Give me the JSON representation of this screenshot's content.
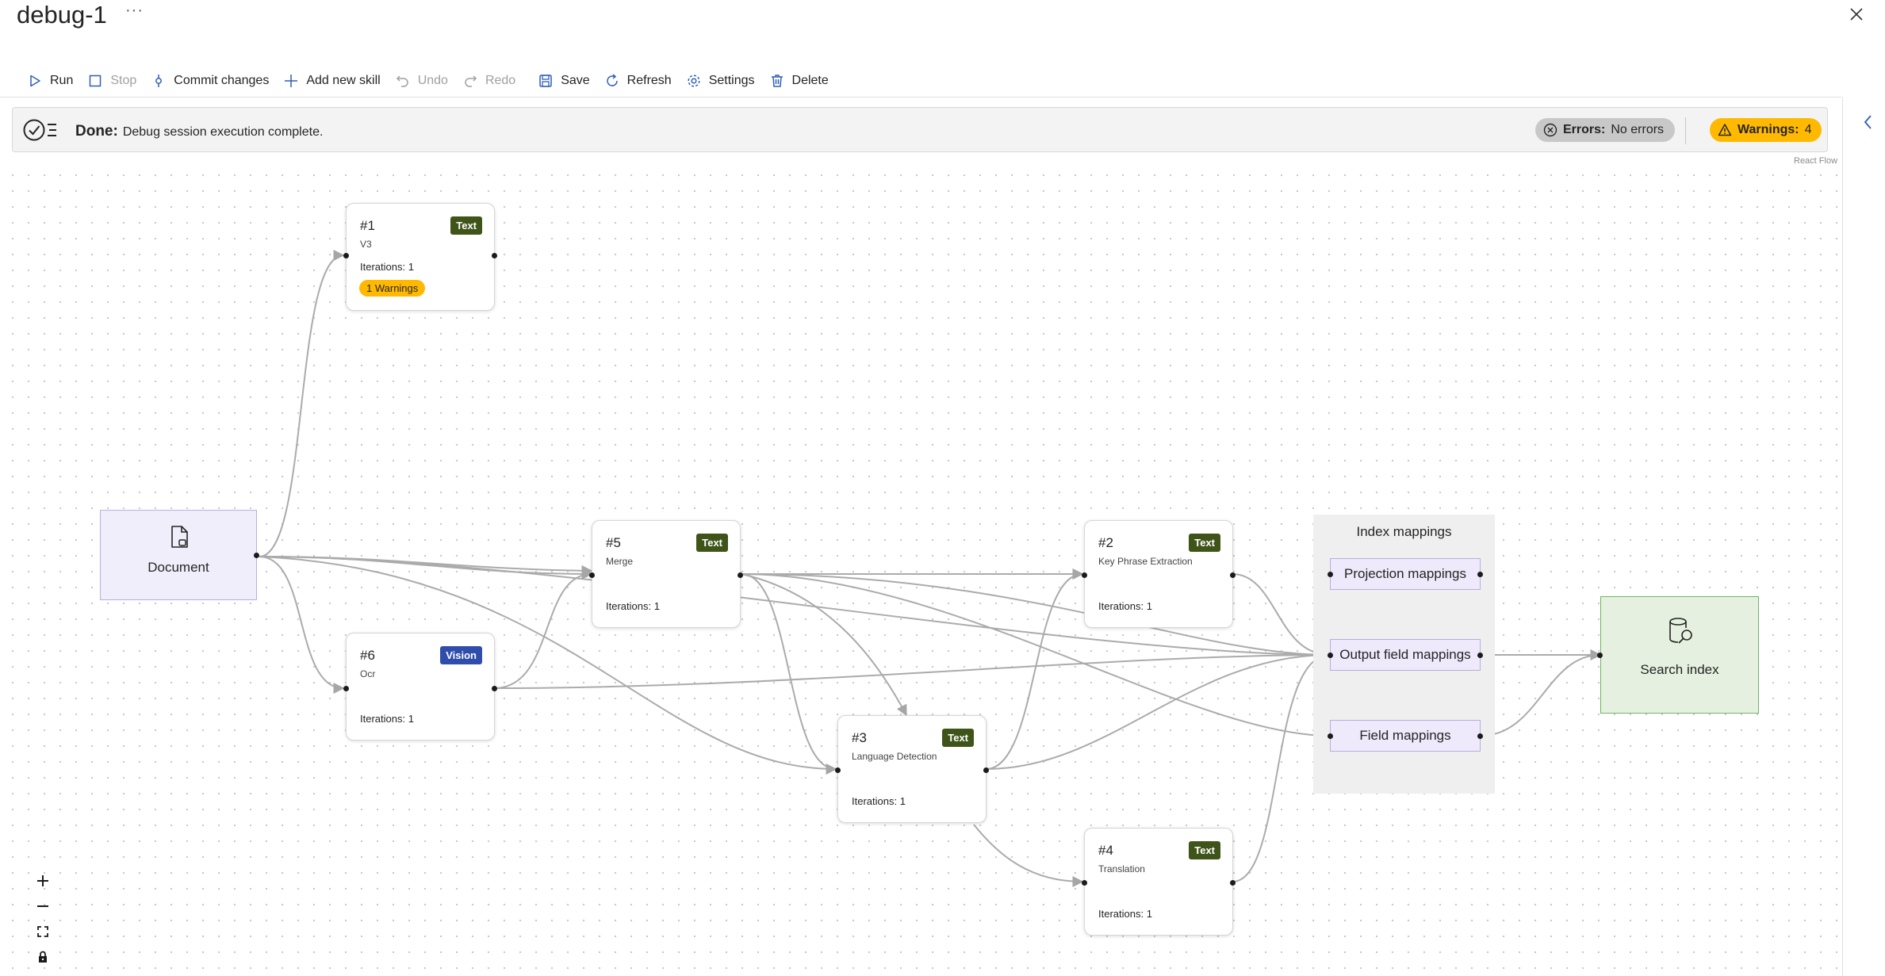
{
  "header": {
    "title": "debug-1",
    "more": "···"
  },
  "toolbar": {
    "run": "Run",
    "stop": "Stop",
    "commit": "Commit changes",
    "add_skill": "Add new skill",
    "undo": "Undo",
    "redo": "Redo",
    "save": "Save",
    "refresh": "Refresh",
    "settings": "Settings",
    "delete": "Delete"
  },
  "status": {
    "state": "Done:",
    "message": "Debug session execution complete.",
    "errors_label": "Errors:",
    "errors_value": "No errors",
    "warnings_label": "Warnings:",
    "warnings_value": "4"
  },
  "canvas": {
    "attribution": "React Flow",
    "document": {
      "label": "Document"
    },
    "skills": [
      {
        "num": "#1",
        "name": "V3",
        "badge": "Text",
        "iterations": "Iterations: 1",
        "warnings": "1 Warnings"
      },
      {
        "num": "#6",
        "name": "Ocr",
        "badge": "Vision",
        "iterations": "Iterations: 1"
      },
      {
        "num": "#5",
        "name": "Merge",
        "badge": "Text",
        "iterations": "Iterations: 1"
      },
      {
        "num": "#3",
        "name": "Language Detection",
        "badge": "Text",
        "iterations": "Iterations: 1"
      },
      {
        "num": "#2",
        "name": "Key Phrase Extraction",
        "badge": "Text",
        "iterations": "Iterations: 1"
      },
      {
        "num": "#4",
        "name": "Translation",
        "badge": "Text",
        "iterations": "Iterations: 1"
      }
    ],
    "index_mappings": {
      "title": "Index mappings",
      "projection": "Projection mappings",
      "output": "Output field mappings",
      "field": "Field mappings"
    },
    "search_index": {
      "label": "Search index"
    }
  },
  "colors": {
    "text_badge": "#3f5419",
    "vision_badge": "#2f4dab",
    "warning": "#ffb900",
    "edge": "#ababab",
    "document_fill": "#f1eefc",
    "search_fill": "#e6f0e0"
  }
}
